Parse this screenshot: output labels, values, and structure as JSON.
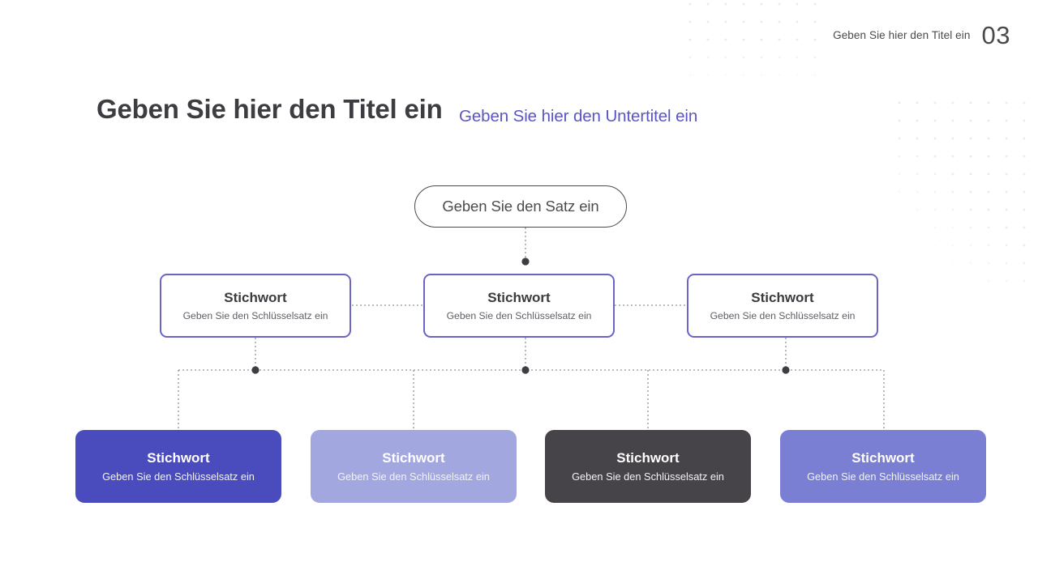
{
  "header": {
    "label": "Geben Sie hier den Titel ein",
    "number": "03"
  },
  "title": "Geben Sie hier den Titel ein",
  "subtitle": "Geben Sie hier den Untertitel ein",
  "diagram": {
    "root": {
      "label": "Geben Sie den Satz ein"
    },
    "mid_nodes": [
      {
        "keyword": "Stichwort",
        "sentence": "Geben Sie den Schlüsselsatz ein",
        "border_color": "#6b64c4"
      },
      {
        "keyword": "Stichwort",
        "sentence": "Geben Sie den Schlüsselsatz ein",
        "border_color": "#6b64c4"
      },
      {
        "keyword": "Stichwort",
        "sentence": "Geben Sie den Schlüsselsatz ein",
        "border_color": "#6b64c4"
      }
    ],
    "bottom_nodes": [
      {
        "keyword": "Stichwort",
        "sentence": "Geben Sie den Schlüsselsatz ein",
        "fill": "#4a4cbd"
      },
      {
        "keyword": "Stichwort",
        "sentence": "Geben Sie den Schlüsselsatz ein",
        "fill": "#a3a7e0"
      },
      {
        "keyword": "Stichwort",
        "sentence": "Geben Sie den Schlüsselsatz ein",
        "fill": "#474449"
      },
      {
        "keyword": "Stichwort",
        "sentence": "Geben Sie den Schlüsselsatz ein",
        "fill": "#7a7fd4"
      }
    ],
    "connector_color": "#7d7d85",
    "junction_dot_color": "#3d3d42"
  },
  "decor": {
    "dot_grid_color": "#d9d9e0"
  }
}
